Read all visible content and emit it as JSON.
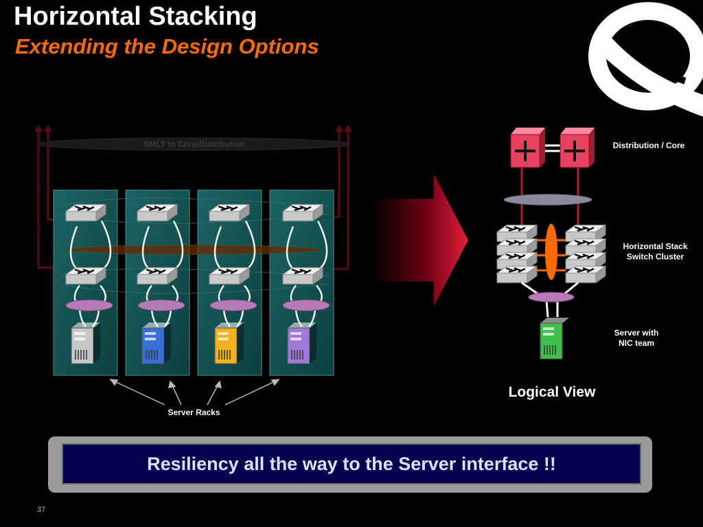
{
  "header": {
    "title": "Horizontal Stacking",
    "subtitle": "Extending the Design Options"
  },
  "left_diagram": {
    "smlt_label": "SMLT to Core/Distribution",
    "server_racks_label": "Server Racks",
    "racks": [
      {
        "server_color": "#c8c8c8"
      },
      {
        "server_color": "#3a6fd8"
      },
      {
        "server_color": "#f2b21c"
      },
      {
        "server_color": "#a07ad8"
      }
    ]
  },
  "right_diagram": {
    "distribution_core_label": "Distribution / Core",
    "horizontal_stack_label_line1": "Horizontal Stack",
    "horizontal_stack_label_line2": "Switch Cluster",
    "server_label_line1": "Server with",
    "server_label_line2": "NIC team",
    "logical_view_label": "Logical View",
    "server_color": "#3fbf4a"
  },
  "banner": {
    "text": "Resiliency all the way to the Server interface !!"
  },
  "footer": {
    "page_number": "37"
  },
  "colors": {
    "accent_orange": "#ff6a00",
    "rack_teal": "#0f4d4d",
    "link_red": "#8b0f22",
    "mlt_lavender": "#b87ab8",
    "core_switch_red": "#e8405f"
  },
  "icons": [
    "switch-icon",
    "server-icon",
    "logo-icon",
    "arrow-right-icon"
  ]
}
